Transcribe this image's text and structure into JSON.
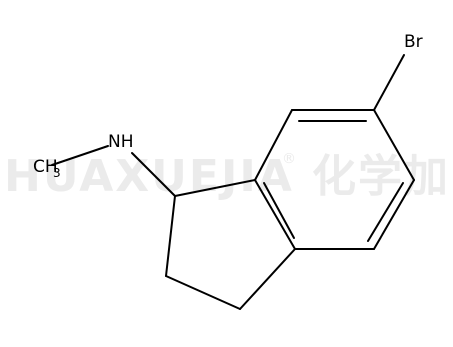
{
  "watermark": {
    "text": "HUAXUEJIA",
    "registered": "®",
    "cjk": "化学加"
  },
  "molecule": {
    "atoms": {
      "bromine": "Br",
      "amine": "NH",
      "methyl": "CH",
      "methyl_subscript": "3"
    }
  }
}
